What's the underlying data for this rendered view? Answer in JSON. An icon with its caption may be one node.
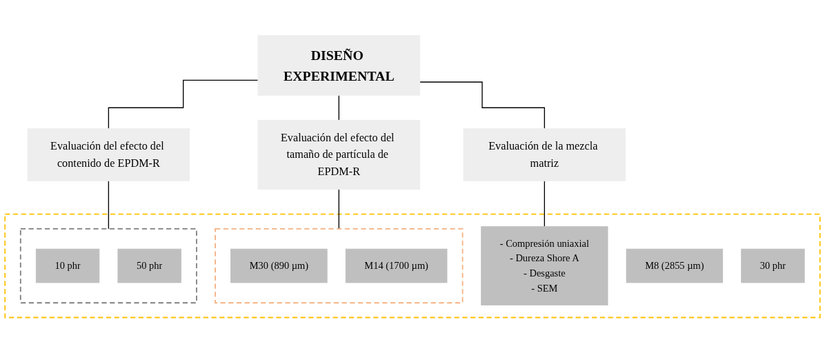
{
  "diagram": {
    "nodes": [
      {
        "text": [
          "DISEÑO EXPERIMENTAL"
        ]
      },
      {
        "text": [
          "Evaluación de la mezcla matriz"
        ]
      },
      {
        "text": [
          "Evaluación del efecto del tamaño de partícula de EPDM-R"
        ]
      },
      {
        "text": [
          "Evaluación del efecto del contenido de EPDM-R"
        ]
      },
      {
        "text": [],
        "shape": "box"
      },
      {
        "text": [
          "- Compresión uniaxial",
          "- Dureza Shore A",
          "- Desgaste",
          "- SEM"
        ],
        "in": 4
      },
      {
        "text": [],
        "shape": "box",
        "in": 4
      },
      {
        "text": [
          "M30 (890 µm)"
        ],
        "in": 6
      },
      {
        "text": [
          "M14 (1700 µm)"
        ],
        "in": 6
      },
      {
        "text": [
          "M8 (2855 µm)"
        ],
        "in": 4
      },
      {
        "text": [],
        "shape": "box",
        "in": 4
      },
      {
        "text": [
          "10 phr"
        ],
        "in": 10
      },
      {
        "text": [
          "30 phr"
        ],
        "in": 4
      },
      {
        "text": [
          "50 phr"
        ],
        "in": 10
      }
    ],
    "edges": [
      {
        "from": 0,
        "to": 1,
        "arrow": "none"
      },
      {
        "from": 0,
        "to": 2,
        "arrow": "none"
      },
      {
        "from": 0,
        "to": 3,
        "arrow": "none"
      },
      {
        "from": 1,
        "to": 5,
        "arrow": "none"
      },
      {
        "from": 2,
        "to": 6,
        "arrow": "none"
      },
      {
        "from": 3,
        "to": 10,
        "arrow": "none"
      }
    ]
  }
}
